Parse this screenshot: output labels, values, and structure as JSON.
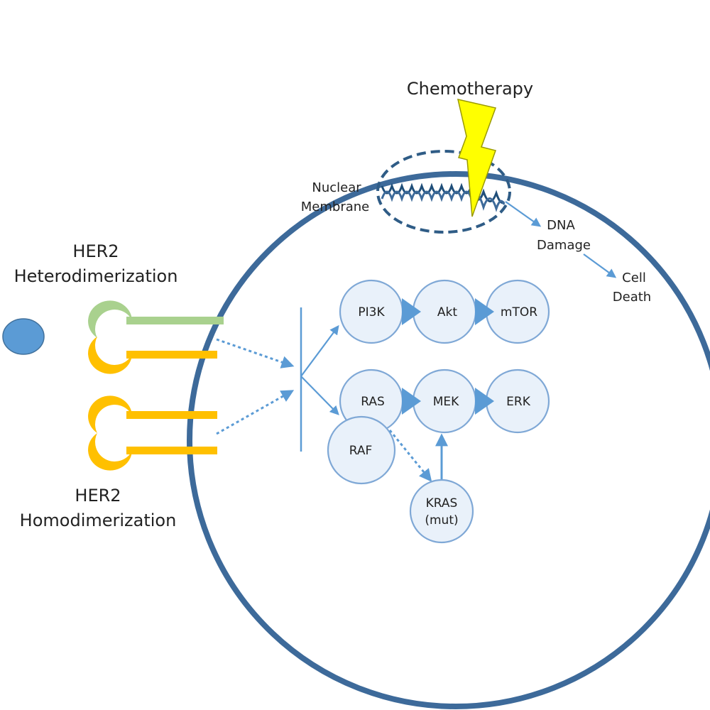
{
  "labels": {
    "chemotherapy": "Chemotherapy",
    "nuclear_1": "Nuclear",
    "nuclear_2": "Membrane",
    "dna_1": "DNA",
    "dna_2": "Damage",
    "death_1": "Cell",
    "death_2": "Death",
    "hetero_1": "HER2",
    "hetero_2": "Heterodimerization",
    "homo_1": "HER2",
    "homo_2": "Homodimerization"
  },
  "nodes": {
    "pi3k": "PI3K",
    "akt": "Akt",
    "mtor": "mTOR",
    "ras": "RAS",
    "mek": "MEK",
    "erk": "ERK",
    "raf": "RAF",
    "kras_1": "KRAS",
    "kras_2": "(mut)"
  },
  "colors": {
    "cell_membrane": "#3d6a9a",
    "nuclear_membrane": "#2f5c86",
    "node_fill": "#e9f1fa",
    "node_stroke": "#7fa8d6",
    "arrow": "#5b9bd5",
    "ligand": "#5b9bd5",
    "her2": "#ffc000",
    "partner_receptor": "#a9d18e",
    "lightning": "#ffff00",
    "dna": "#1f4e79"
  }
}
